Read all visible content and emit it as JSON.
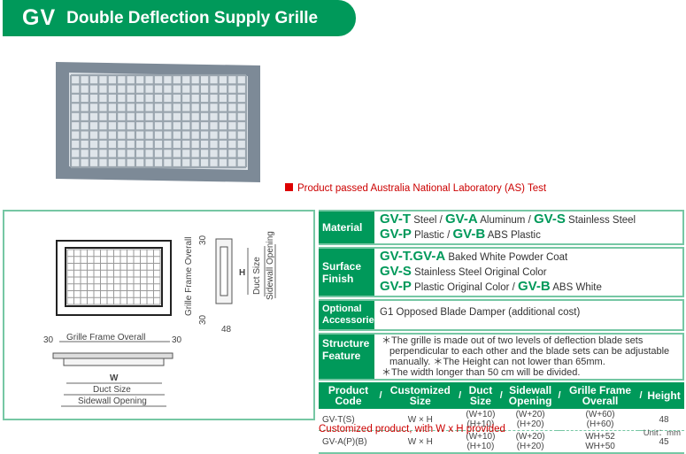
{
  "header": {
    "code": "GV",
    "title": "Double Deflection Supply Grille"
  },
  "note": "Product passed Australia National Laboratory (AS) Test",
  "drawing": {
    "frame_overall": "Grille Frame Overall",
    "dim30": "30",
    "w": "W",
    "h": "H",
    "duct": "Duct Size",
    "sidewall": "Sidewall Opening",
    "depth": "48"
  },
  "spec": {
    "material_label": "Material",
    "material": [
      [
        "GV-T",
        " Steel / "
      ],
      [
        "GV-A",
        " Aluminum / "
      ],
      [
        "GV-S",
        " Stainless Steel"
      ],
      [
        "GV-P",
        " Plastic / "
      ],
      [
        "GV-B",
        " ABS Plastic"
      ]
    ],
    "surface_label_1": "Surface",
    "surface_label_2": "Finish",
    "surface": [
      [
        "GV-T.GV-A",
        " Baked White Powder Coat"
      ],
      [
        "GV-S",
        " Stainless Steel Original Color"
      ],
      [
        "GV-P",
        " Plastic Original Color / "
      ],
      [
        "GV-B",
        " ABS White"
      ]
    ],
    "optional_label_1": "Optional",
    "optional_label_2": "Accessories",
    "optional": "G1 Opposed Blade Damper (additional cost)",
    "structure_label_1": "Structure",
    "structure_label_2": "Feature",
    "structure": [
      "＊The grille is made out of two levels of deflection blade sets",
      "perpendicular to each other and the blade sets can be adjustable",
      "manually.  ＊The Height can not lower than 65mm.",
      "＊The width longer than 50 cm will be divided."
    ]
  },
  "table": {
    "headers": [
      [
        "Product",
        "Code"
      ],
      [
        "Customized",
        "Size"
      ],
      [
        "Duct",
        "Size"
      ],
      [
        "Sidewall",
        "Opening"
      ],
      [
        "Grille Frame",
        "Overall"
      ],
      [
        "Height",
        ""
      ]
    ],
    "sep": "/",
    "rows": [
      [
        "GV-T(S)",
        "W × H",
        "(W+10)",
        "(H+10)",
        "(W+20)",
        "(H+20)",
        "(W+60)",
        "(H+60)",
        "48"
      ],
      [
        "GV-A(P)(B)",
        "W × H",
        "(W+10)",
        "(H+10)",
        "(W+20)",
        "(H+20)",
        "WH+52",
        "WH+50",
        "45"
      ]
    ]
  },
  "footnote": "Customized product, with W x H provided",
  "unit": "Unit：mm"
}
